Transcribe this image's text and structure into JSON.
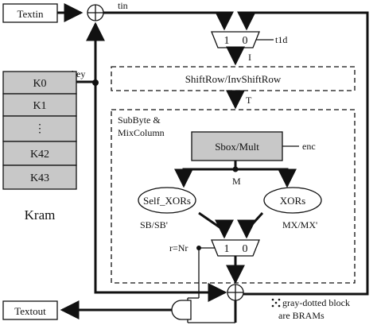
{
  "labels": {
    "textin": "Textin",
    "textout": "Textout",
    "tin": "tin",
    "key": "key",
    "kram": "Kram",
    "t1d": "t1d",
    "i": "I",
    "t": "T",
    "m": "M",
    "enc": "enc",
    "r_nr": "r=Nr",
    "sb": "SB/SB'",
    "mx": "MX/MX'",
    "mux_one": "1",
    "mux_zero": "0",
    "shiftrow": "ShiftRow/InvShiftRow",
    "subbyte_line1": "SubByte &",
    "subbyte_line2": "MixColumn",
    "sbox": "Sbox/Mult",
    "self_xors": "Self_XORs",
    "xors": "XORs",
    "note_line1": "gray-dotted block",
    "note_line2": "are BRAMs"
  },
  "kram_keys": [
    "K0",
    "K1",
    "⋮",
    "K42",
    "K43"
  ],
  "colors": {
    "bram_fill": "#c8c8c8",
    "line": "#111111"
  }
}
